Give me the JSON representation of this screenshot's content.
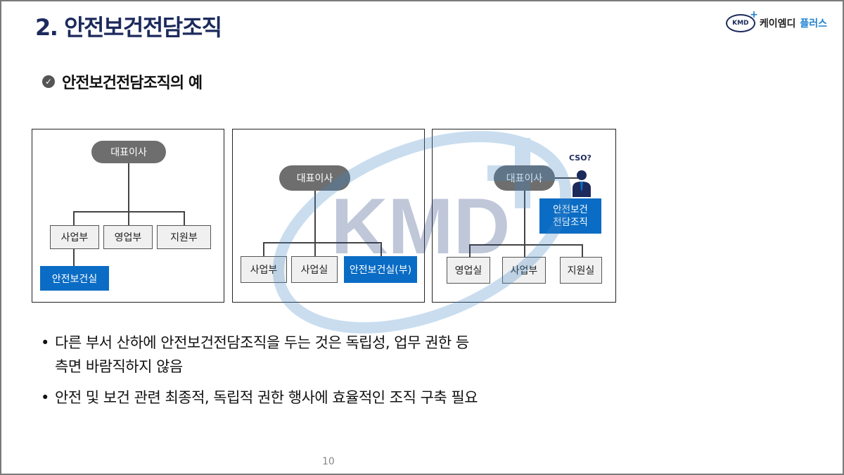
{
  "slide": {
    "title": "2. 안전보건전담조직",
    "logo_primary": "케이엠디",
    "logo_secondary": "플러스",
    "logo_mark": "KMD",
    "subtitle": "안전보건전담조직의 예",
    "page_number": "10",
    "watermark_text": "KMD"
  },
  "diagrams": {
    "d1": {
      "ceo": "대표이사",
      "depts": [
        "사업부",
        "영업부",
        "지원부"
      ],
      "safety": "안전보건실"
    },
    "d2": {
      "ceo": "대표이사",
      "depts": [
        "사업부",
        "사업실",
        "안전보건실(부)"
      ]
    },
    "d3": {
      "ceo": "대표이사",
      "cso_label": "CSO?",
      "safety": "안전보건\n전담조직",
      "depts": [
        "영업실",
        "사업부",
        "지원실"
      ]
    }
  },
  "bullets": [
    "다른 부서 산하에 안전보건전담조직을 두는 것은 독립성, 업무 권한 등\n측면 바람직하지 않음",
    "안전 및 보건 관련 최종적, 독립적 권한 행사에 효율적인 조직 구축 필요"
  ],
  "colors": {
    "accent_blue": "#0a6cc4",
    "title_navy": "#1c2a5c",
    "pill_gray": "#6e6e6e"
  }
}
